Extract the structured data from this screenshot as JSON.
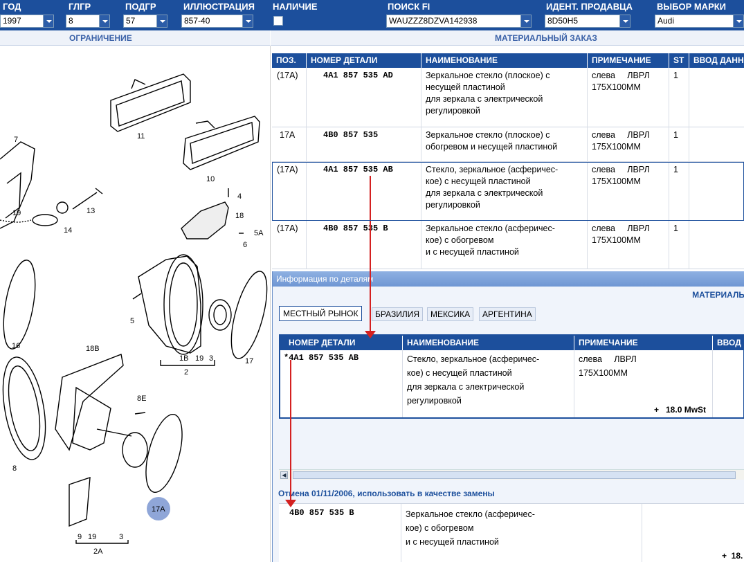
{
  "filters": [
    {
      "label": "ГОД",
      "value": "1997"
    },
    {
      "label": "ГЛГР",
      "value": "8"
    },
    {
      "label": "ПОДГР",
      "value": "57"
    },
    {
      "label": "ИЛЛЮСТРАЦИЯ",
      "value": "857-40"
    },
    {
      "label": "НАЛИЧИЕ",
      "value": ""
    },
    {
      "label": "ПОИСК FI",
      "value": "WAUZZZ8DZVA142938"
    },
    {
      "label": "ИДЕНТ. ПРОДАВЦА",
      "value": "8D50H5"
    },
    {
      "label": "ВЫБОР МАРКИ",
      "value": "Audi"
    }
  ],
  "sections": {
    "restriction": "ОГРАНИЧЕНИЕ",
    "material_order": "МАТЕРИАЛЬНЫЙ ЗАКАЗ"
  },
  "illustration": {
    "labels": [
      "7",
      "19",
      "14",
      "13",
      "11",
      "10",
      "4",
      "18",
      "5A",
      "6",
      "16",
      "5",
      "1B",
      "19",
      "3",
      "2",
      "17",
      "18B",
      "8E",
      "8",
      "9",
      "19",
      "3",
      "2A",
      "17A"
    ]
  },
  "table": {
    "headers": [
      "ПОЗ.",
      "НОМЕР ДЕТАЛИ",
      "НАИМЕНОВАНИЕ",
      "ПРИМЕЧАНИЕ",
      "ST",
      "ВВОД ДАНН"
    ],
    "rows": [
      {
        "pos": "(17A)",
        "part": "4A1 857 535 AD",
        "name": [
          "Зеркальное стекло (плоское) с",
          "несущей пластиной",
          "для зеркала с электрической",
          "регулировкой"
        ],
        "note1": "слева     ЛВРЛ",
        "note2": "175X100MM",
        "st": "1"
      },
      {
        "pos": "17A",
        "part": "4B0 857 535",
        "name": [
          "Зеркальное стекло (плоское) с",
          "обогревом и несущей пластиной"
        ],
        "note1": "слева     ЛВРЛ",
        "note2": "175X100MM",
        "st": "1"
      },
      {
        "pos": "(17A)",
        "part": "4A1 857 535 AB",
        "name": [
          "Стекло, зеркальное (асферичес-",
          "кое) с несущей пластиной",
          "для зеркала с электрической",
          "регулировкой"
        ],
        "note1": "слева     ЛВРЛ",
        "note2": "175X100MM",
        "st": "1"
      },
      {
        "pos": "(17A)",
        "part": "4B0 857 535 B",
        "name": [
          "Зеркальное стекло (асферичес-",
          "кое) с обогревом",
          "и с несущей пластиной"
        ],
        "note1": "слева     ЛВРЛ",
        "note2": "175X100MM",
        "st": "1"
      }
    ]
  },
  "popup": {
    "title": "Информация по деталям",
    "material": "МАТЕРИАЛЬ",
    "tabs": [
      "МЕСТНЫЙ РЫНОК",
      "БРАЗИЛИЯ",
      "МЕКСИКА",
      "АРГЕНТИНА"
    ],
    "headers": [
      "НОМЕР ДЕТАЛИ",
      "НАИМЕНОВАНИЕ",
      "ПРИМЕЧАНИЕ",
      "ВВОД"
    ],
    "row": {
      "part": "*4A1 857 535 AB",
      "name": [
        "Стекло, зеркальное (асферичес-",
        "кое) с несущей пластиной",
        "для зеркала с электрической",
        "регулировкой"
      ],
      "note1": "слева     ЛВРЛ",
      "note2": "175X100MM",
      "tax": "+   18.0 MwSt"
    },
    "cancel": "Отмена 01/11/2006, использовать в качестве замены",
    "replacement": {
      "part": "4B0 857 535 B",
      "name": [
        "Зеркальное стекло (асферичес-",
        "кое) с обогревом",
        "и с несущей пластиной"
      ],
      "tax": "+  18."
    }
  },
  "colors": {
    "header_blue": "#1c4f9c",
    "arrow_red": "#d42020",
    "highlight_circle": "#8fa6d8"
  }
}
